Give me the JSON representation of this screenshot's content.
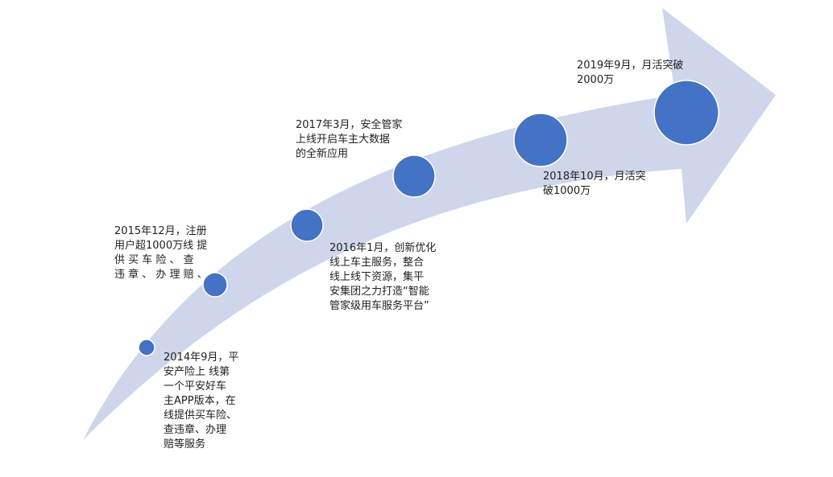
{
  "colors": {
    "arrow_fill": "#cfd5eb",
    "node_fill": "#4472c4",
    "node_stroke": "#ffffff",
    "text": "#1f1f1f"
  },
  "milestones": [
    {
      "id": "2014-09",
      "lines": [
        "2014年9月，平",
        "安产险上 线第",
        "一个平安好车",
        "主APP版本，在",
        "线提供买车险、",
        "查违章、办理",
        "赔等服务"
      ]
    },
    {
      "id": "2015-12",
      "lines": [
        "2015年12月，注册",
        "用户超1000万线 提",
        "供 买 车 险 、 查",
        "违 章 、 办 理 赔 、"
      ]
    },
    {
      "id": "2016-01",
      "lines": [
        "2016年1月，创新优化",
        "线上车主服务，整合",
        "线上线下资源，集平",
        "安集团之力打造“智能",
        "管家级用车服务平台”"
      ]
    },
    {
      "id": "2017-03",
      "lines": [
        "2017年3月，安全管家",
        "上线开启车主大数据",
        "的全新应用"
      ]
    },
    {
      "id": "2018-10",
      "lines": [
        "2018年10月，月活突",
        "破1000万"
      ]
    },
    {
      "id": "2019-09",
      "lines": [
        "2019年9月，月活突破",
        "2000万"
      ]
    }
  ]
}
